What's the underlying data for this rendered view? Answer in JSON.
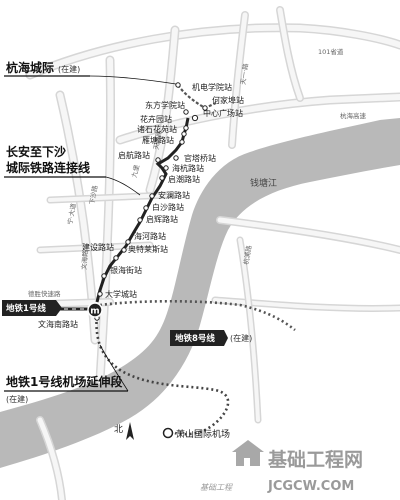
{
  "callouts": {
    "hanghai_title": "杭海城际",
    "hanghai_status": "(在建)",
    "changan_title_1": "长安至下沙",
    "changan_title_2": "城际铁路连接线",
    "airport_ext_title": "地铁1号线机场延伸段",
    "airport_ext_status": "(在建)"
  },
  "lines": {
    "line1_tag": "地铁1号线",
    "line8_tag": "地铁8号线",
    "line8_status": "(在建)"
  },
  "stations": {
    "s1": "机电学院站",
    "s2": "东方学院站",
    "s3": "何家埠站",
    "s4": "中心广场站",
    "s5": "花卉园站",
    "s6": "诸石花苑站",
    "s7": "雁塘路站",
    "s8": "启航路站",
    "s9": "官塔桥站",
    "s10": "海杭路站",
    "s11": "启潮路站",
    "s12": "安澜路站",
    "s13": "白沙路站",
    "s14": "启辉路站",
    "s15": "海河路站",
    "s16": "建设路站",
    "s17": "奥特莱斯站",
    "s18": "银海街站",
    "s19": "大学城站",
    "s20": "文海南路站"
  },
  "places": {
    "river": "钱塘江",
    "airport": "萧山国际机场",
    "north": "北"
  },
  "roads": {
    "r1": "101省道",
    "r2": "杭海高速",
    "r3": "德胜快速路",
    "r4": "下沙路",
    "r5": "文海路",
    "r6": "宁·大道",
    "r7": "天城路",
    "r8": "九堡",
    "r9": "天一·路",
    "r10": "杭浦路"
  },
  "watermark": {
    "cn": "基础工程网",
    "en": "JCGCW.COM",
    "small": "基础工程"
  },
  "colors": {
    "river": "#b9b9b9",
    "roads": "#e9e9e9",
    "road_edge": "#cfcfcf",
    "line_dark": "#222222",
    "line_dashed": "#555555"
  }
}
